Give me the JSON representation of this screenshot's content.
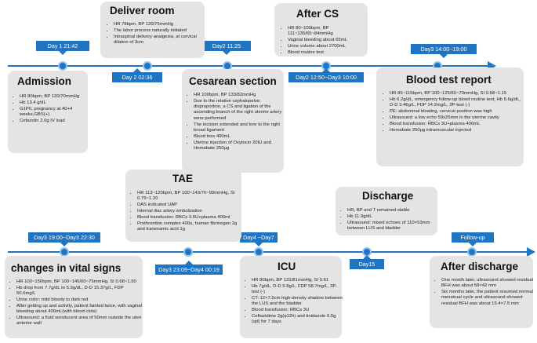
{
  "accent_color": "#1f74c4",
  "timeline": {
    "tags": [
      "Day 1 21:42",
      "Day 2 02:36",
      "Day2 11:25",
      "Day2 12:50~Day3 10:00",
      "Day3 14:00~19:00",
      "Day3 19:00~Day3 22:30",
      "Day3 23:09~Day4 00:19",
      "Day4 ~Day7",
      "Day15",
      "Follow-up"
    ]
  },
  "cards": {
    "deliver_room": {
      "title": "Deliver room",
      "items": [
        "HR 78bpm, BP 120/75mmHg",
        "The labor process naturally initiated",
        "Intraspinal delivery analgesia, at cervical dilation of 3cm"
      ]
    },
    "after_cs": {
      "title": "After CS",
      "items": [
        "HR 80~100bpm, BP 111~135/65~84mmHg",
        "Vaginal bleeding about 65mL",
        "Urine volume about 2700mL",
        "Blood routine test"
      ]
    },
    "admission": {
      "title": "Admission",
      "items": [
        "HR 80bpm, BP 120/70mmHg",
        "Hb 13.4 g/dL",
        "G1P0, pregnancy at 40+4 weeks,GBS(+).",
        "Cefazolin 2.0g  IV load"
      ]
    },
    "cesarean": {
      "title": "Cesarean section",
      "items": [
        "HR 100bpm, BP 133/82mmHg",
        "Due to the relative cephalopelvic disproportion, a CS and ligation of the ascending branch of the right uterine artery were performed",
        "The incision extended and tore to the right broad ligament",
        "Blood loss 400mL",
        "Uterine injection of Oxytocin 20IU and Hemabate 250μg"
      ]
    },
    "blood_test": {
      "title": "Blood test report",
      "items": [
        "HR 85~115bpm, BP 100~125/60~70mmHg, SI 0.68~1.15",
        "Hb 6.2g/dL, emergency follow-up blood routine test, Hb 5.6g/dL,  D-D 3.46g/L, FDP 14.2mg/L, 3P-test (-)",
        "PE: abdominal bloating, cervical position was high",
        "Ultrasound: a low echo 59x25mm in the uterine cavity",
        "Blood transfusion: RBCs 3U+plasma 400mL",
        "Hemabate 250μg intramuscular injected"
      ]
    },
    "tae": {
      "title": "TAE",
      "items": [
        "HR 113~120bpm, BP 100~143/70~99mmHg, SI 0.79~1.20",
        "DAS indicated UAP",
        "Internal iliac artery embolization",
        "Blood transfusion: RBCs 3.5U+plasma 400ml",
        "Prothrombin complex 400u, human fibrinogen 2g and tranexamic acid 1g"
      ]
    },
    "discharge": {
      "title": "Discharge",
      "items": [
        "HR, BP and T remained stable",
        "Hb 11.9g/dL",
        "Ultrasound: mixed echoes of 110×53mm between LUS and bladder"
      ]
    },
    "vital_signs": {
      "title": "changes in vital signs",
      "items": [
        "HR 100~150bpm, BP 100~145/60~75mmHg, SI 0.68~1.50",
        "Hb drop from 7.7g/dL to 5.9g/dL, D-D 15.37g/L, FDP 50.6mg/L",
        "Urine color: mild bloody to dark red",
        "After getting up and activity, patient fainted twice, with vaginal bleeding about 400mL(with blood clots)",
        "Ultrasound: a fluid sonolucent area of 50mm outside the uteri anterior wall"
      ]
    },
    "icu": {
      "title": "ICU",
      "items": [
        "HR 80bpm, BP 131/81mmHg, SI 0.61",
        "Hb 7g/dL, D-D 9.8g/L, FDP 58.7mg/L, 3P-test (-)",
        "CT: 12×7.5cm high-density shadow between the LUS and the bladder",
        "Blood transfusion: RBCs 3U",
        "Ceftazidime 2g(q12h) and tinidazole 0.5g (qd) for 7 days"
      ]
    },
    "after_discharge": {
      "title": "After discharge",
      "items": [
        "One month later, ultrasound showed residual BFH was about 58×42 mm",
        "Six months later, the patient resumed normal menstrual cycle and ultrasound showed  residual BFH was about 15.4×7.5 mm"
      ]
    }
  }
}
